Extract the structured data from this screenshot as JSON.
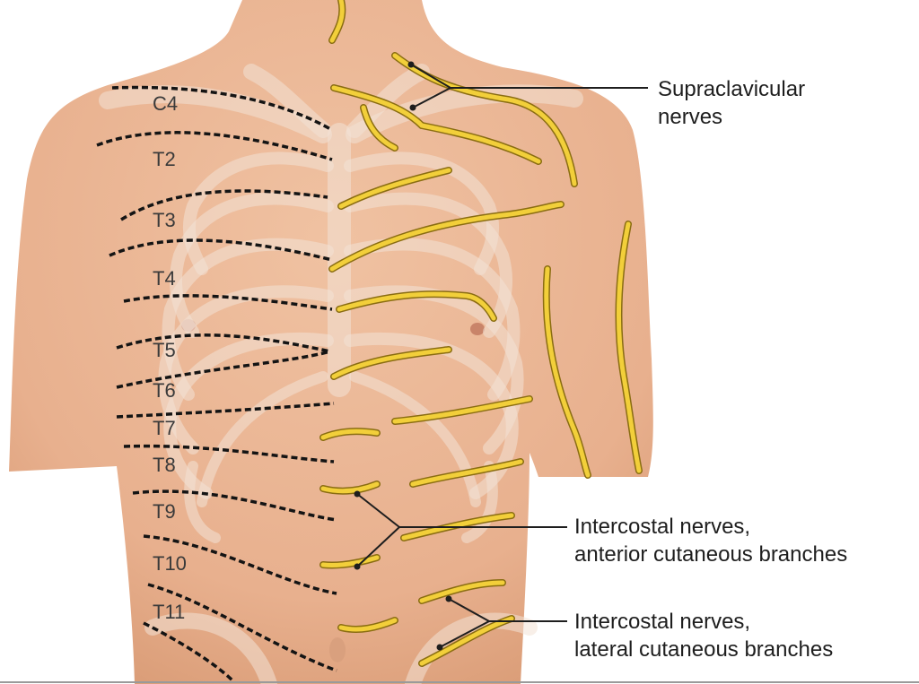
{
  "dermatome_labels": [
    "C4",
    "T2",
    "T3",
    "T4",
    "T5",
    "T6",
    "T7",
    "T8",
    "T9",
    "T10",
    "T11"
  ],
  "callouts": {
    "supraclavicular": {
      "line1": "Supraclavicular",
      "line2": "nerves"
    },
    "anterior": {
      "line1": "Intercostal nerves,",
      "line2": "anterior cutaneous branches"
    },
    "lateral": {
      "line1": "Intercostal nerves,",
      "line2": "lateral cutaneous branches"
    }
  },
  "colors": {
    "skin": "#e9b594",
    "skin_shadow": "#d99c78",
    "bone": "#f1ddd0",
    "nerve": "#f2cf3a",
    "nerve_outline": "#8a6d12",
    "dermatome_line": "#141414"
  }
}
